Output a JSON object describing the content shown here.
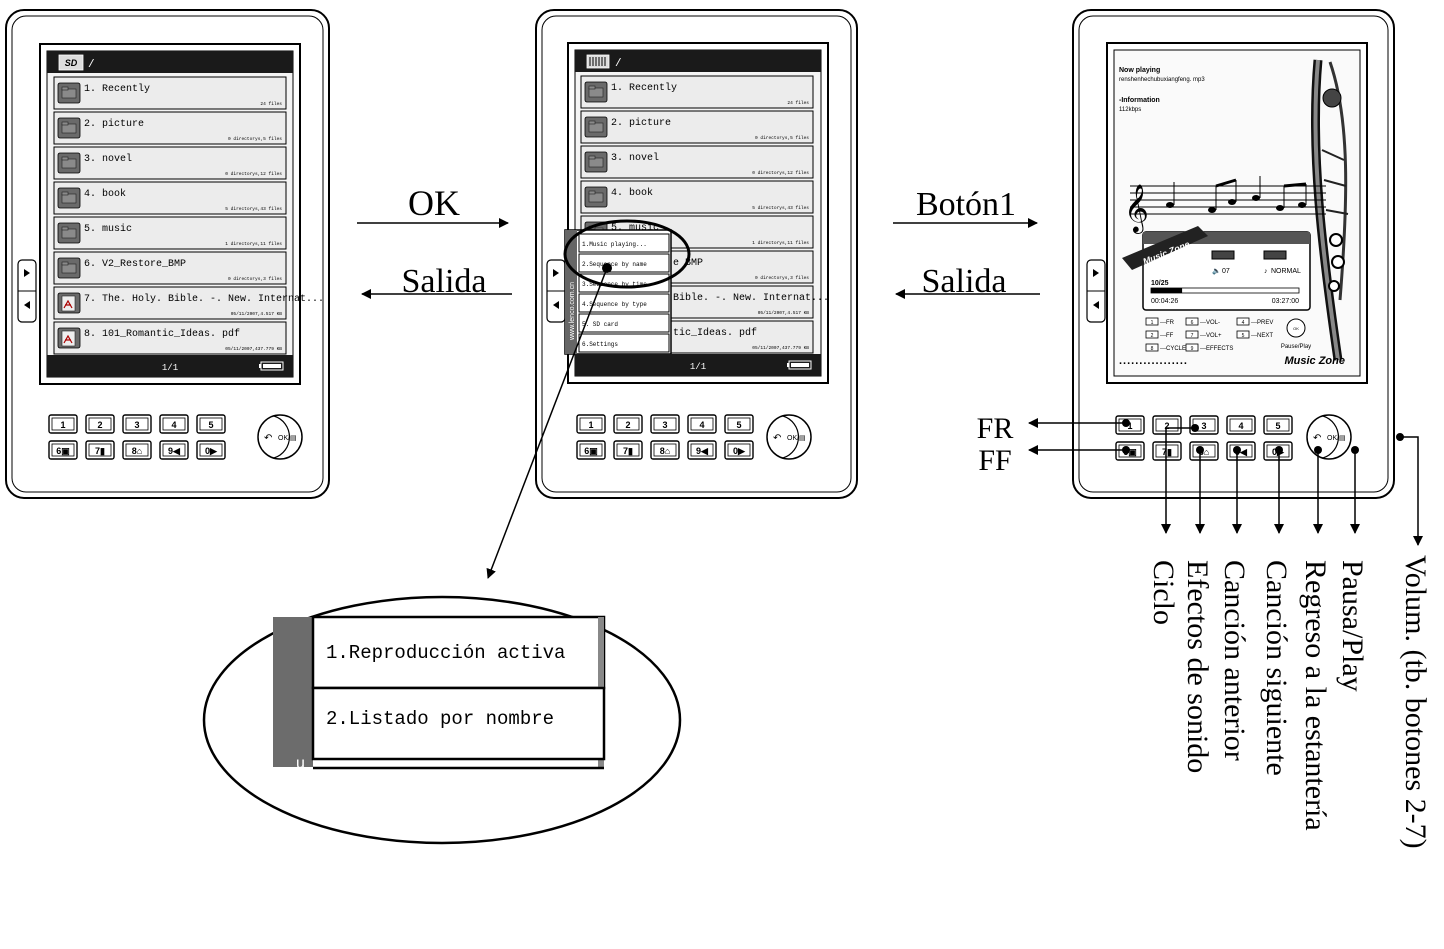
{
  "device_left": {
    "path": "/",
    "items": [
      {
        "name": "1. Recently",
        "meta": "24 files"
      },
      {
        "name": "2. picture",
        "meta": "0 directorys,5 files"
      },
      {
        "name": "3. novel",
        "meta": "0 directorys,12 files"
      },
      {
        "name": "4. book",
        "meta": "5 directorys,43 files"
      },
      {
        "name": "5. music",
        "meta": "1 directorys,11 files"
      },
      {
        "name": "6. V2_Restore_BMP",
        "meta": "0 directorys,3 files"
      },
      {
        "name": "7. The. Holy. Bible. -. New. Internat...",
        "meta": "05/11/2007,4.517 KB"
      },
      {
        "name": "8. 101_Romantic_Ideas. pdf",
        "meta": "05/11/2007,437.779 KB"
      }
    ],
    "page": "1/1"
  },
  "device_middle": {
    "path": "/",
    "items": [
      {
        "name": "1. Recently",
        "meta": "24 files"
      },
      {
        "name": "2. picture",
        "meta": "0 directorys,5 files"
      },
      {
        "name": "3. novel",
        "meta": "0 directorys,12 files"
      },
      {
        "name": "4. book",
        "meta": "5 directorys,43 files"
      },
      {
        "name": "5. music",
        "meta": "1 directorys,11 files"
      },
      {
        "name": "e BMP",
        "meta": "0 directorys,3 files"
      },
      {
        "name": "Bible. -. New. Internat...",
        "meta": "05/11/2007,4.517 KB"
      },
      {
        "name": "tic_Ideas. pdf",
        "meta": "05/11/2007,437.779 KB"
      }
    ],
    "popup": [
      "1.Music playing...",
      "2.Sequence by name",
      "3.Sequence by time",
      "4.Sequence by type",
      "5. SD card",
      "6.Settings"
    ],
    "watermark": "www.lenco.com.cn",
    "page": "1/1"
  },
  "keypad": {
    "row1": [
      "1",
      "2",
      "3",
      "4",
      "5"
    ],
    "row2": [
      "6",
      "7",
      "8",
      "9",
      "0"
    ],
    "ok_label": "OK/"
  },
  "music": {
    "now_playing_label": "Now playing",
    "file": "renshenhechubuxiangfeng. mp3",
    "info_label": "-Information",
    "bitrate": "112kbps",
    "zone_banner": "Music Zone",
    "volume": "07",
    "mode": "NORMAL",
    "track": "10/25",
    "elapsed": "00:04:26",
    "total": "03:27:00",
    "progress": 0.21,
    "legend": [
      {
        "key": "1",
        "label": "---FR"
      },
      {
        "key": "2",
        "label": "---FF"
      },
      {
        "key": "8",
        "label": "---CYCLE"
      },
      {
        "key": "6",
        "label": "---VOL-"
      },
      {
        "key": "7",
        "label": "---VOL+"
      },
      {
        "key": "9",
        "label": "---EFFECTS"
      },
      {
        "key": "4",
        "label": "---PREV"
      },
      {
        "key": "5",
        "label": "---NEXT"
      }
    ],
    "pause_label": "Pause/Play",
    "footer": "Music Zone"
  },
  "arrows": {
    "ok": "OK",
    "salida1": "Salida",
    "boton1": "Botón1",
    "salida2": "Salida"
  },
  "zoom": {
    "item1": "1.Reproducción activa",
    "item2": "2.Listado por nombre"
  },
  "callouts": {
    "fr": "FR",
    "ff": "FF",
    "ciclo": "Ciclo",
    "efectos": "Efectos de sonido",
    "anterior": "Canción anterior",
    "siguiente": "Canción siguiente",
    "regreso": "Regreso a la estantería",
    "pausa": "Pausa/Play",
    "volum": "Volum. (tb. botones 2-7)"
  },
  "colors": {
    "ink": "#000000",
    "row_bg": "#ececec",
    "screen_bg": "#f4f4f4",
    "folder": "#555555",
    "bar": "#1a1a1a"
  }
}
